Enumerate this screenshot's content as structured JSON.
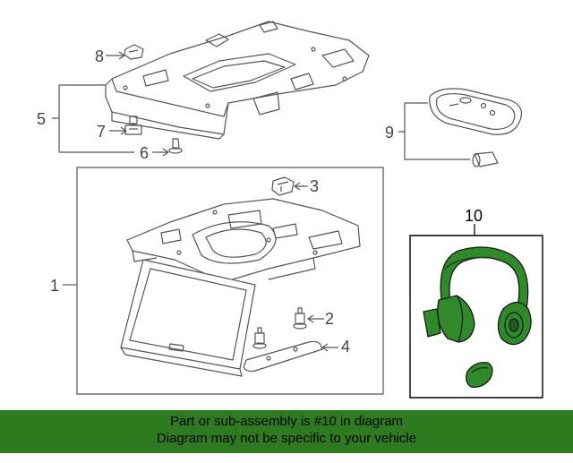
{
  "callouts": {
    "c1": "1",
    "c2": "2",
    "c3": "3",
    "c4": "4",
    "c5": "5",
    "c6": "6",
    "c7": "7",
    "c8": "8",
    "c9": "9",
    "c10": "10"
  },
  "banner": {
    "line1": "Part or sub-assembly is #10 in diagram",
    "line2": "Diagram may not be specific to your vehicle"
  },
  "colors": {
    "banner_bg": "#2d7a1f",
    "highlight_part": "#2f8a2a",
    "line_art": "#555555"
  }
}
